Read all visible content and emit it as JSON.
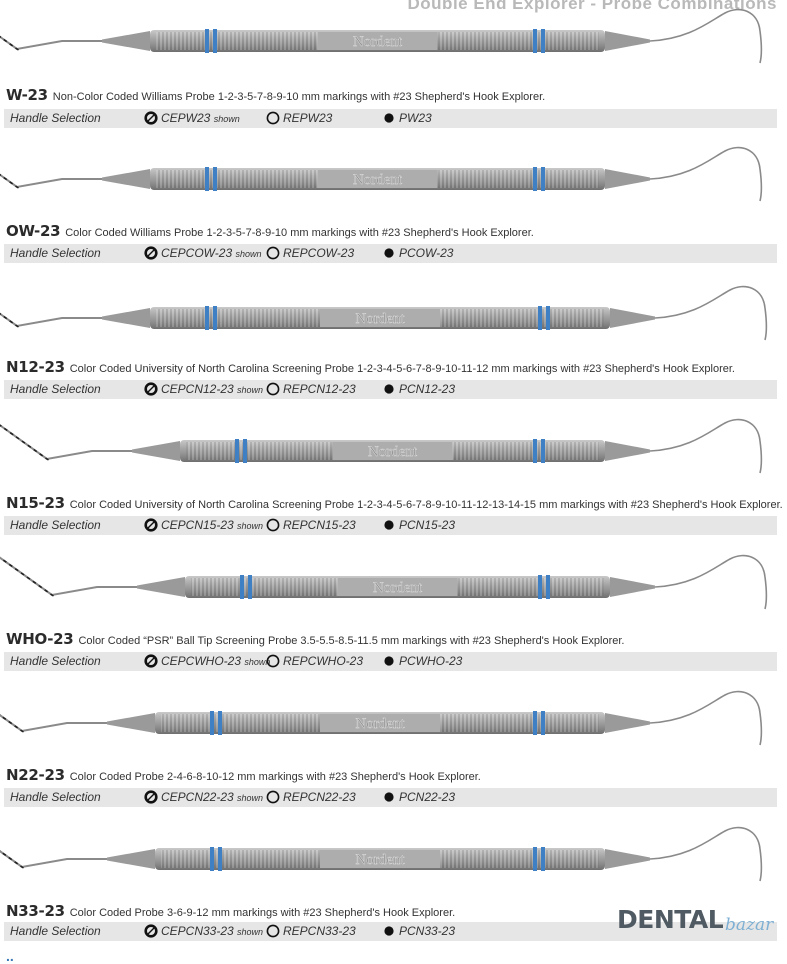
{
  "page": {
    "title": "Double End Explorer - Probe Combinations",
    "brand_on_handle": "Nordent",
    "accent_blue": "#3f7fc4",
    "band_color": "#e6e6e6"
  },
  "logo": {
    "dental": "DENTAL",
    "bazar": "bazar"
  },
  "bottom_mark": "..",
  "products": [
    {
      "code": "W-23",
      "description": "Non-Color Coded Williams Probe 1-2-3-5-7-8-9-10 mm markings with #23 Shepherd's Hook Explorer.",
      "handle_label": "Handle Selection",
      "options": [
        {
          "code": "CEPW23",
          "note": "shown",
          "icon": "textured-ring-icon"
        },
        {
          "code": "REPW23",
          "note": "",
          "icon": "open-circle-icon"
        },
        {
          "code": "PW23",
          "note": "",
          "icon": "filled-dot-icon"
        }
      ]
    },
    {
      "code": "OW-23",
      "description": "Color Coded Williams Probe 1-2-3-5-7-8-9-10 mm markings with #23 Shepherd's Hook Explorer.",
      "handle_label": "Handle Selection",
      "options": [
        {
          "code": "CEPCOW-23",
          "note": "shown",
          "icon": "textured-ring-icon"
        },
        {
          "code": "REPCOW-23",
          "note": "",
          "icon": "open-circle-icon"
        },
        {
          "code": "PCOW-23",
          "note": "",
          "icon": "filled-dot-icon"
        }
      ]
    },
    {
      "code": "N12-23",
      "description": "Color Coded University of North Carolina Screening Probe 1-2-3-4-5-6-7-8-9-10-11-12 mm markings with #23 Shepherd's Hook Explorer.",
      "handle_label": "Handle Selection",
      "options": [
        {
          "code": "CEPCN12-23",
          "note": "shown",
          "icon": "textured-ring-icon"
        },
        {
          "code": "REPCN12-23",
          "note": "",
          "icon": "open-circle-icon"
        },
        {
          "code": "PCN12-23",
          "note": "",
          "icon": "filled-dot-icon"
        }
      ]
    },
    {
      "code": "N15-23",
      "description": "Color Coded University of North Carolina Screening Probe 1-2-3-4-5-6-7-8-9-10-11-12-13-14-15 mm markings with #23 Shepherd's Hook Explorer.",
      "handle_label": "Handle Selection",
      "options": [
        {
          "code": "CEPCN15-23",
          "note": "shown",
          "icon": "textured-ring-icon"
        },
        {
          "code": "REPCN15-23",
          "note": "",
          "icon": "open-circle-icon"
        },
        {
          "code": "PCN15-23",
          "note": "",
          "icon": "filled-dot-icon"
        }
      ]
    },
    {
      "code": "WHO-23",
      "description": "Color Coded “PSR” Ball Tip Screening Probe 3.5-5.5-8.5-11.5 mm markings with #23 Shepherd's Hook Explorer.",
      "handle_label": "Handle Selection",
      "options": [
        {
          "code": "CEPCWHO-23",
          "note": "shown",
          "icon": "textured-ring-icon"
        },
        {
          "code": "REPCWHO-23",
          "note": "",
          "icon": "open-circle-icon"
        },
        {
          "code": "PCWHO-23",
          "note": "",
          "icon": "filled-dot-icon"
        }
      ]
    },
    {
      "code": "N22-23",
      "description": "Color Coded Probe 2-4-6-8-10-12 mm markings with #23 Shepherd's Hook Explorer.",
      "handle_label": "Handle Selection",
      "options": [
        {
          "code": "CEPCN22-23",
          "note": "shown",
          "icon": "textured-ring-icon"
        },
        {
          "code": "REPCN22-23",
          "note": "",
          "icon": "open-circle-icon"
        },
        {
          "code": "PCN22-23",
          "note": "",
          "icon": "filled-dot-icon"
        }
      ]
    },
    {
      "code": "N33-23",
      "description": "Color Coded Probe 3-6-9-12 mm markings with #23 Shepherd's Hook Explorer.",
      "handle_label": "Handle Selection",
      "options": [
        {
          "code": "CEPCN33-23",
          "note": "shown",
          "icon": "textured-ring-icon"
        },
        {
          "code": "REPCN33-23",
          "note": "",
          "icon": "open-circle-icon"
        },
        {
          "code": "PCN33-23",
          "note": "",
          "icon": "filled-dot-icon"
        }
      ]
    }
  ]
}
